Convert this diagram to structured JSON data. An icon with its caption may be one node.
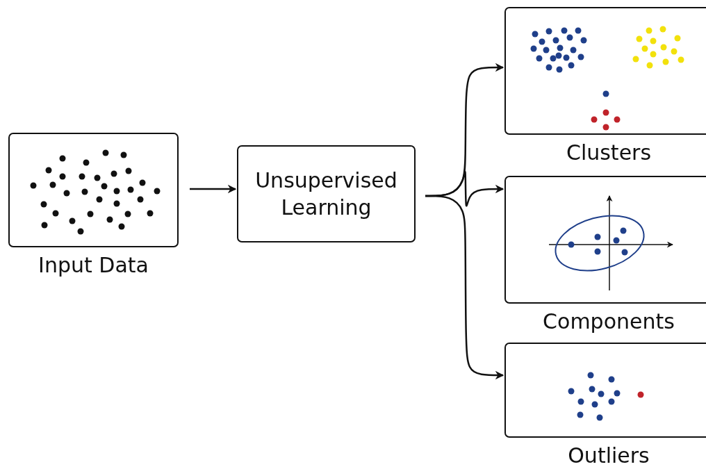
{
  "diagram": {
    "nodes": [
      {
        "text": [
          "Input Data"
        ]
      },
      {
        "text": [
          "Unsupervised Learning"
        ]
      },
      {
        "text": [
          "Clusters"
        ]
      },
      {
        "text": [
          "Components"
        ]
      },
      {
        "text": [
          "Outliers"
        ]
      }
    ],
    "edges": [
      {
        "from": 0,
        "to": 1,
        "arrow": "to"
      },
      {
        "from": 1,
        "to": 2,
        "arrow": "to"
      },
      {
        "from": 1,
        "to": 3,
        "arrow": "to"
      },
      {
        "from": 1,
        "to": 4,
        "arrow": "to"
      }
    ]
  }
}
